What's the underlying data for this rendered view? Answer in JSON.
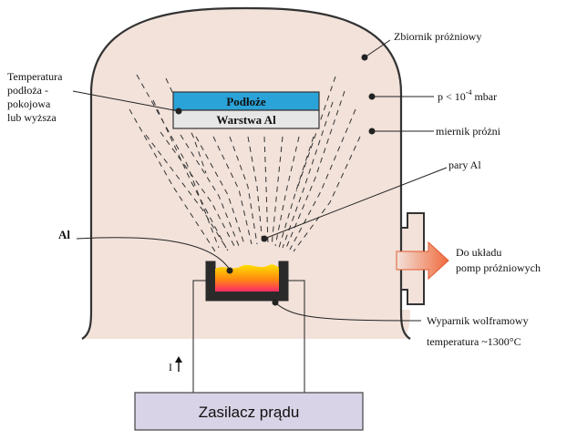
{
  "labels": {
    "chamber": "Zbiornik próżniowy",
    "pressure_prefix": "p < 10",
    "pressure_exp": "-4",
    "pressure_suffix": " mbar",
    "gauge": "miernik próżni",
    "vapor": "pary Al",
    "substrate": "Podłoże",
    "al_layer": "Warstwa Al",
    "temp_line1": "Temperatura",
    "temp_line2": "podłoża -",
    "temp_line3": "pokojowa",
    "temp_line4": "lub wyższa",
    "al": "Al",
    "pump_line1": "Do układu",
    "pump_line2": "pomp próżniowych",
    "evaporator_line1": "Wyparnik wolframowy",
    "evaporator_line2": "temperatura ~1300°C",
    "current": "I",
    "power_supply": "Zasilacz prądu"
  },
  "colors": {
    "chamber_fill": "#f2e2da",
    "substrate_fill": "#2aa3d8",
    "al_layer_fill": "#e6e6e6",
    "supply_fill": "#d8d3e6",
    "crucible": "#2a2a2a"
  }
}
